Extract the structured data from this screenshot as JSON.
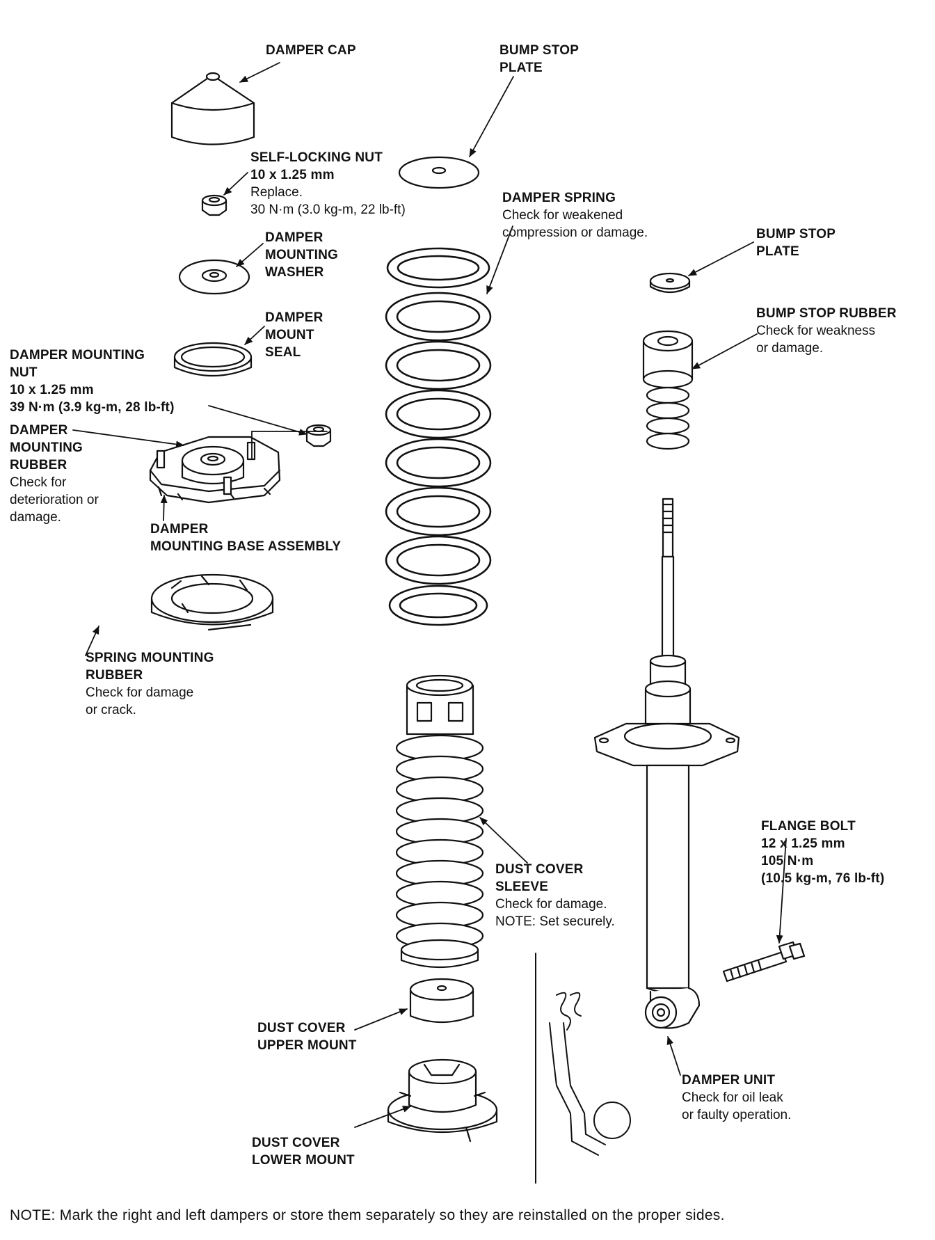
{
  "parts": {
    "damper_cap": {
      "title": [
        "DAMPER CAP"
      ],
      "desc": []
    },
    "bump_stop_plate_top": {
      "title": [
        "BUMP STOP",
        "PLATE"
      ],
      "desc": []
    },
    "self_locking_nut": {
      "title": [
        "SELF-LOCKING NUT",
        "10 x 1.25 mm"
      ],
      "desc": [
        "Replace.",
        "30 N·m (3.0 kg-m, 22 lb-ft)"
      ]
    },
    "damper_spring": {
      "title": [
        "DAMPER SPRING"
      ],
      "desc": [
        "Check for weakened",
        "compression or damage."
      ]
    },
    "damper_mounting_washer": {
      "title": [
        "DAMPER",
        "MOUNTING",
        "WASHER"
      ],
      "desc": []
    },
    "bump_stop_plate_right": {
      "title": [
        "BUMP STOP",
        "PLATE"
      ],
      "desc": []
    },
    "damper_mount_seal": {
      "title": [
        "DAMPER",
        "MOUNT",
        "SEAL"
      ],
      "desc": []
    },
    "bump_stop_rubber": {
      "title": [
        "BUMP STOP RUBBER"
      ],
      "desc": [
        "Check for weakness",
        "or damage."
      ]
    },
    "damper_mounting_nut": {
      "title": [
        "DAMPER MOUNTING",
        "NUT",
        "10 x 1.25 mm",
        "39 N·m (3.9 kg-m, 28 lb-ft)"
      ],
      "desc": []
    },
    "damper_mounting_rubber": {
      "title": [
        "DAMPER",
        "MOUNTING",
        "RUBBER"
      ],
      "desc": [
        "Check for",
        "deterioration or",
        "damage."
      ]
    },
    "damper_mounting_base": {
      "title": [
        "DAMPER",
        "MOUNTING BASE ASSEMBLY"
      ],
      "desc": []
    },
    "spring_mounting_rubber": {
      "title": [
        "SPRING MOUNTING",
        "RUBBER"
      ],
      "desc": [
        "Check for damage",
        "or crack."
      ]
    },
    "flange_bolt": {
      "title": [
        "FLANGE BOLT",
        "12 x 1.25 mm",
        "105 N·m",
        "(10.5 kg-m, 76 lb-ft)"
      ],
      "desc": []
    },
    "dust_cover_sleeve": {
      "title": [
        "DUST COVER",
        "SLEEVE"
      ],
      "desc": [
        "Check for damage.",
        "NOTE:  Set securely."
      ]
    },
    "dust_cover_upper_mount": {
      "title": [
        "DUST COVER",
        "UPPER MOUNT"
      ],
      "desc": []
    },
    "damper_unit": {
      "title": [
        "DAMPER UNIT"
      ],
      "desc": [
        "Check for oil leak",
        "or faulty operation."
      ]
    },
    "dust_cover_lower_mount": {
      "title": [
        "DUST COVER",
        "LOWER MOUNT"
      ],
      "desc": []
    }
  },
  "footnote": "NOTE:  Mark the right and left dampers or store them separately so they are reinstalled on the proper sides."
}
